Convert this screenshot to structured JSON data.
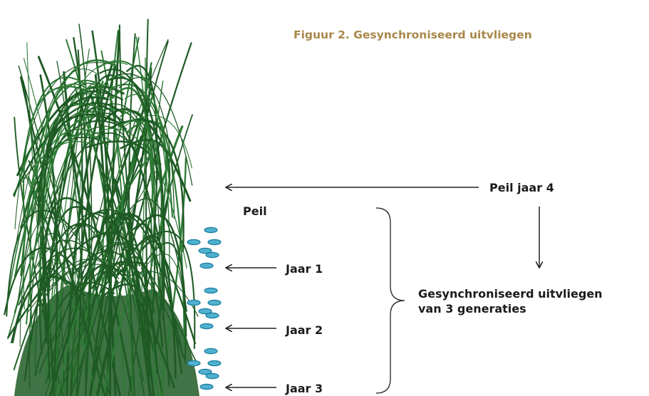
{
  "figure": {
    "title": "Figuur 2. Gesynchroniseerd uitvliegen"
  },
  "labels": {
    "peil_year4": "Peil jaar 4",
    "peil": "Peil",
    "year1": "Jaar 1",
    "year2": "Jaar 2",
    "year3": "Jaar 3",
    "sync_line1": "Gesynchroniseerd uitvliegen",
    "sync_line2": "van 3 generaties"
  },
  "colors": {
    "title": "#a8874a",
    "reed_dark": "#1f5a25",
    "reed_mid": "#2e7a35",
    "egg_fill": "#4fb0cf",
    "egg_edge": "#1c7ea0",
    "arrow": "#222222",
    "bracket": "#333333"
  },
  "icons": {
    "plant": "reed-plant-icon",
    "eggs": "egg-cluster-icon"
  }
}
